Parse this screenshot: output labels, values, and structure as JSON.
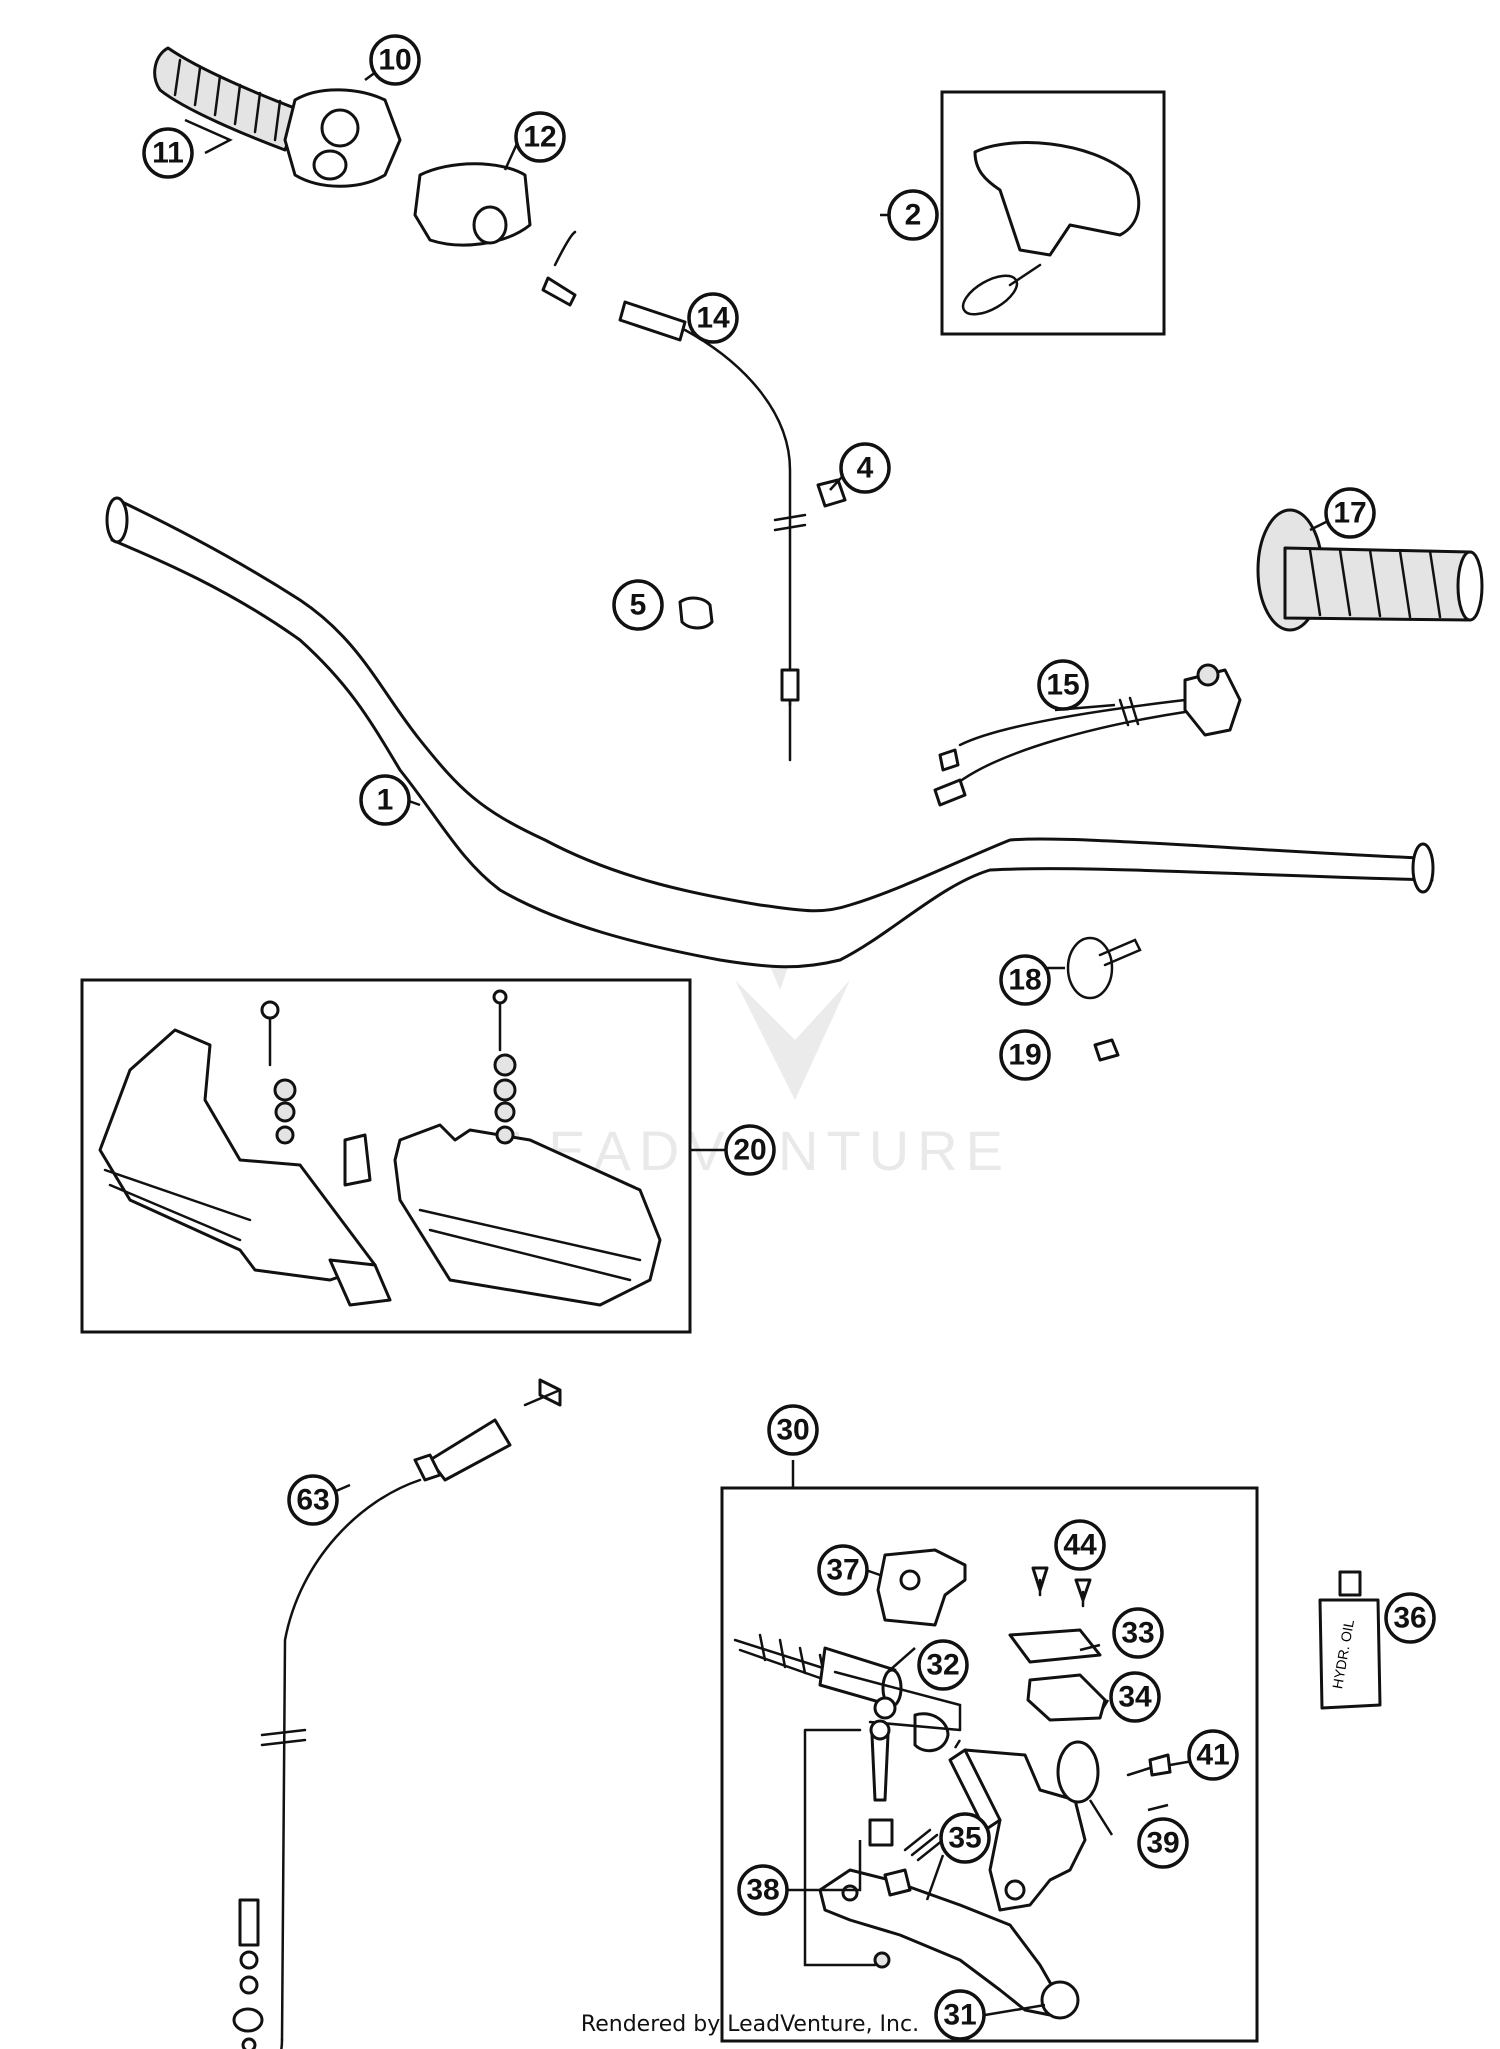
{
  "diagram": {
    "callouts": [
      "1",
      "2",
      "4",
      "5",
      "10",
      "11",
      "12",
      "14",
      "15",
      "17",
      "18",
      "19",
      "20",
      "30",
      "31",
      "32",
      "33",
      "34",
      "35",
      "36",
      "37",
      "38",
      "39",
      "41",
      "44",
      "63"
    ],
    "watermark": "LEADVENTURE",
    "footer": "Rendered by LeadVenture, Inc.",
    "bottle_label": "HYDR. OIL"
  }
}
